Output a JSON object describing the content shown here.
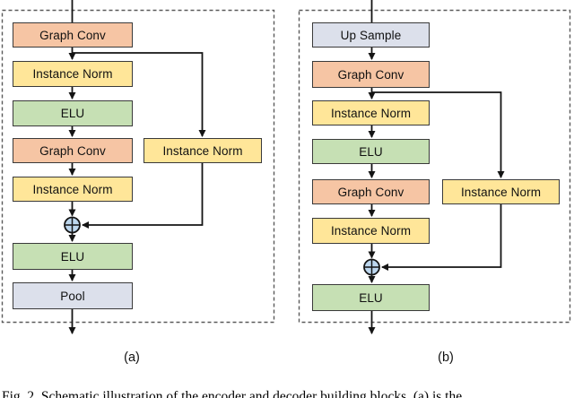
{
  "colors": {
    "graph_conv": "#F6C5A4",
    "instance_norm": "#FFE699",
    "elu": "#C6E0B4",
    "pool": "#DCE0EB",
    "sum_fill": "#BDD7EE",
    "border": "#3A3A3A",
    "line": "#141414",
    "dashed_border": "#5A5A5A"
  },
  "panel_a": {
    "label": "(a)",
    "nodes": {
      "graph_conv_1": "Graph Conv",
      "instance_norm_1": "Instance Norm",
      "elu_1": "ELU",
      "graph_conv_2": "Graph Conv",
      "instance_norm_2": "Instance Norm",
      "skip_instance_norm": "Instance Norm",
      "elu_2": "ELU",
      "pool": "Pool"
    }
  },
  "panel_b": {
    "label": "(b)",
    "nodes": {
      "up_sample": "Up Sample",
      "graph_conv_1": "Graph Conv",
      "instance_norm_1": "Instance Norm",
      "elu_1": "ELU",
      "graph_conv_2": "Graph Conv",
      "instance_norm_2": "Instance Norm",
      "skip_instance_norm": "Instance Norm",
      "elu_2": "ELU"
    }
  },
  "caption": "Fig. 2.  Schematic illustration of the encoder and decoder building blocks. (a) is the"
}
